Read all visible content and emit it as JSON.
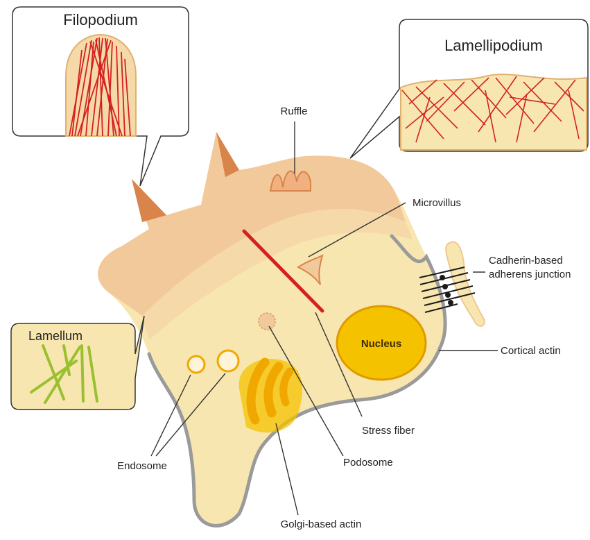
{
  "insets": {
    "filopodium": "Filopodium",
    "lamellipodium": "Lamellipodium",
    "lamellum": "Lamellum"
  },
  "labels": {
    "ruffle": "Ruffle",
    "microvillus": "Microvillus",
    "cadherin_line1": "Cadherin-based",
    "cadherin_line2": "adherens junction",
    "cortical_actin": "Cortical actin",
    "nucleus": "Nucleus",
    "stress_fiber": "Stress fiber",
    "podosome": "Podosome",
    "endosome": "Endosome",
    "golgi_actin": "Golgi-based actin"
  },
  "colors": {
    "cytoplasm": "#f8e6b0",
    "leading_edge": "#f2c99a",
    "filopodium": "#d8844a",
    "nucleus": "#f5c200",
    "golgi": "#f0a800",
    "actin_red": "#d42020",
    "actin_green": "#9ac030",
    "cortex_gray": "#9a9a9a"
  }
}
